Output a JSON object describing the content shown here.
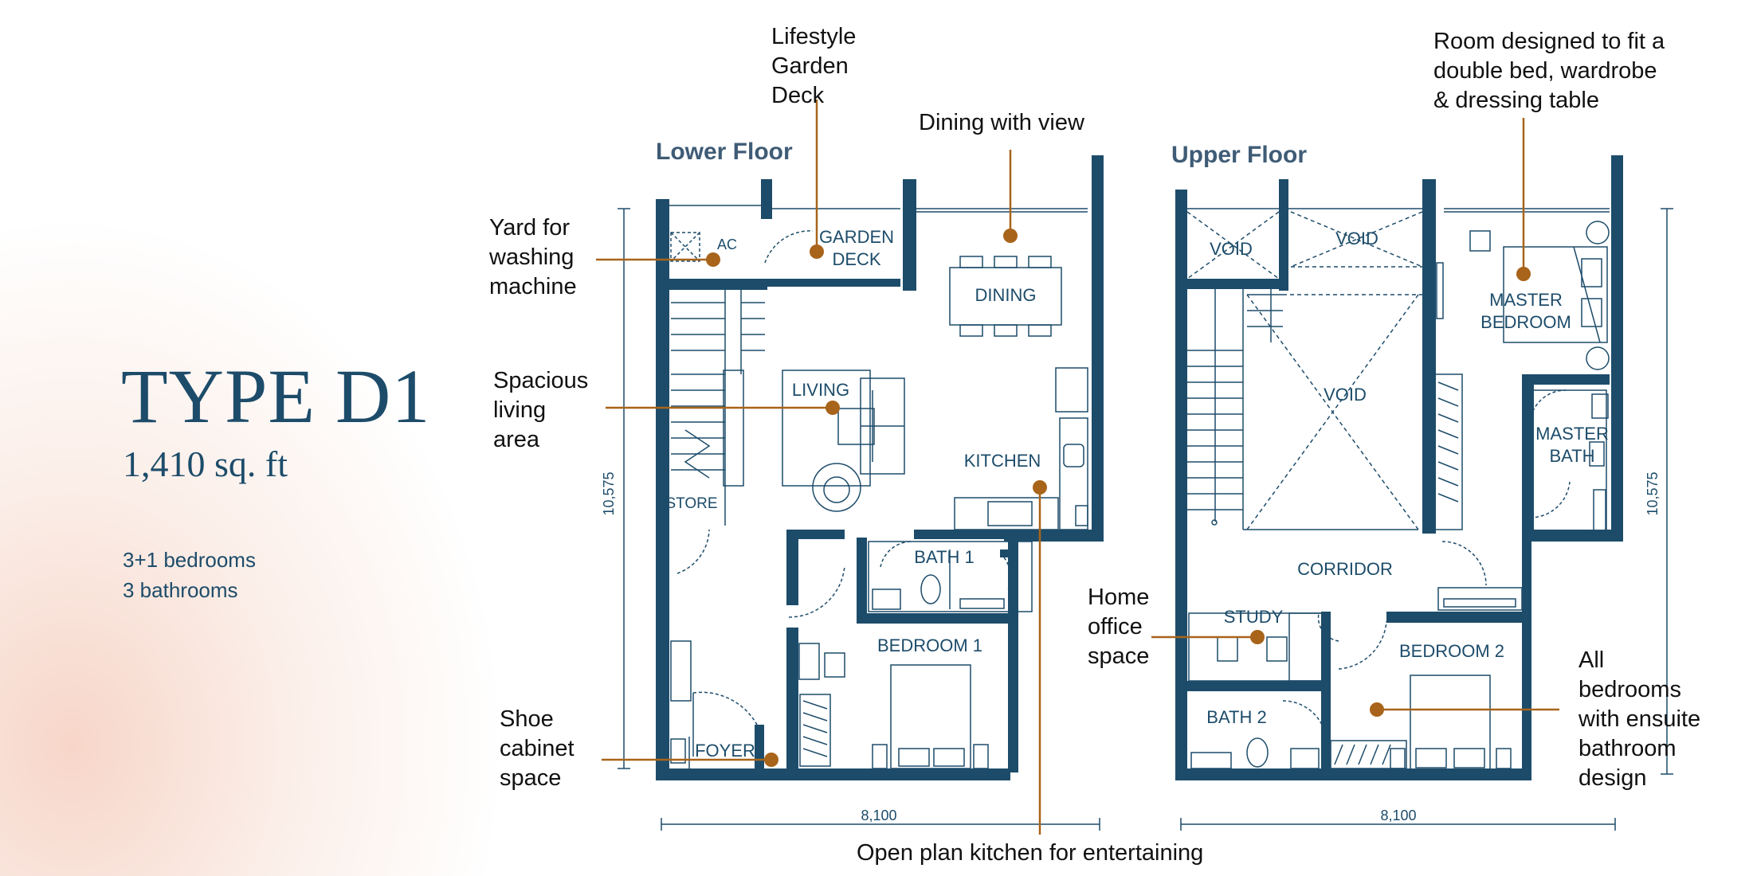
{
  "unit": {
    "type_name": "TYPE D1",
    "area": "1,410 sq. ft",
    "bedrooms": "3+1 bedrooms",
    "bathrooms": "3 bathrooms"
  },
  "floors": {
    "lower": "Lower Floor",
    "upper": "Upper Floor"
  },
  "rooms": {
    "ac": "AC",
    "garden_deck": [
      "GARDEN",
      "DECK"
    ],
    "dining": "DINING",
    "living": "LIVING",
    "kitchen": "KITCHEN",
    "store": "STORE",
    "bath1": "BATH 1",
    "bedroom1": "BEDROOM 1",
    "foyer": "FOYER",
    "void_left": "VOID",
    "void_mid": "VOID",
    "void_center": "VOID",
    "master_bedroom": [
      "MASTER",
      "BEDROOM"
    ],
    "master_bath": [
      "MASTER",
      "BATH"
    ],
    "corridor": "CORRIDOR",
    "study": "STUDY",
    "bath2": "BATH 2",
    "bedroom2": "BEDROOM 2"
  },
  "dimensions": {
    "lower_height": "10,575",
    "lower_width": "8,100",
    "upper_height": "10,575",
    "upper_width": "8,100"
  },
  "callouts": {
    "lifestyle": [
      "Lifestyle",
      "Garden",
      "Deck"
    ],
    "dining_view": [
      "Dining with view"
    ],
    "yard": [
      "Yard for",
      "washing",
      "machine"
    ],
    "living": [
      "Spacious",
      "living",
      "area"
    ],
    "shoe": [
      "Shoe",
      "cabinet",
      "space"
    ],
    "kitchen": [
      "Open plan kitchen for entertaining"
    ],
    "room_fit": [
      "Room designed to fit a",
      "double bed, wardrobe",
      "& dressing table"
    ],
    "home_office": [
      "Home",
      "office",
      "space"
    ],
    "ensuite": [
      "All",
      "bedrooms",
      "with ensuite",
      "bathroom",
      "design"
    ]
  },
  "colors": {
    "wall": "#1d4c6a",
    "leader": "#a8641a",
    "text_dark": "#111111"
  }
}
